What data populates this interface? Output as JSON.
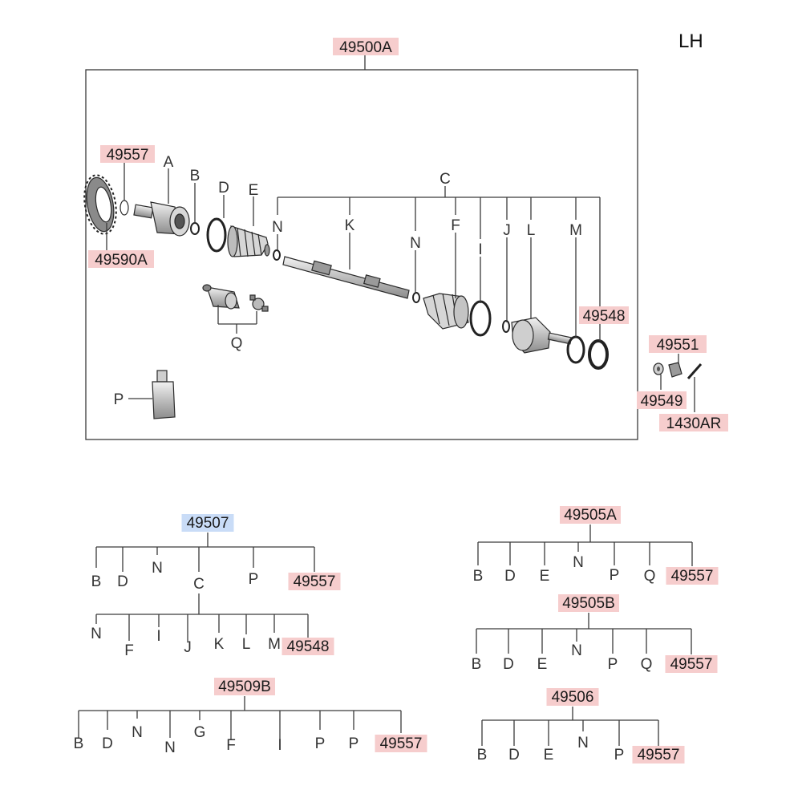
{
  "side_label": "LH",
  "colors": {
    "part_tag": "#f6cdcd",
    "selected_tag": "#c9dcf7",
    "line": "#3a3a3a"
  },
  "assembly": {
    "main_code": "49500A",
    "callouts": {
      "p49557": "49557",
      "p49590A": "49590A",
      "p49548": "49548",
      "p49551": "49551",
      "p49549": "49549",
      "p1430AR": "1430AR",
      "A": "A",
      "B": "B",
      "D": "D",
      "E": "E",
      "C": "C",
      "N1": "N",
      "K": "K",
      "N2": "N",
      "F": "F",
      "I": "I",
      "J": "J",
      "L": "L",
      "M": "M",
      "Q": "Q",
      "P": "P"
    }
  },
  "kits": [
    {
      "code": "49507",
      "selected": true,
      "level1": [
        "B",
        "D",
        "N",
        "C",
        "P",
        "49557"
      ],
      "level2": [
        "N",
        "F",
        "I",
        "J",
        "K",
        "L",
        "M",
        "49548"
      ]
    },
    {
      "code": "49509B",
      "items": [
        "B",
        "D",
        "N",
        "N",
        "G",
        "F",
        "I",
        "P",
        "P",
        "49557"
      ]
    },
    {
      "code": "49505A",
      "items": [
        "B",
        "D",
        "E",
        "N",
        "P",
        "Q",
        "49557"
      ]
    },
    {
      "code": "49505B",
      "items": [
        "B",
        "D",
        "E",
        "N",
        "P",
        "Q",
        "49557"
      ]
    },
    {
      "code": "49506",
      "items": [
        "B",
        "D",
        "E",
        "N",
        "P",
        "49557"
      ]
    }
  ]
}
